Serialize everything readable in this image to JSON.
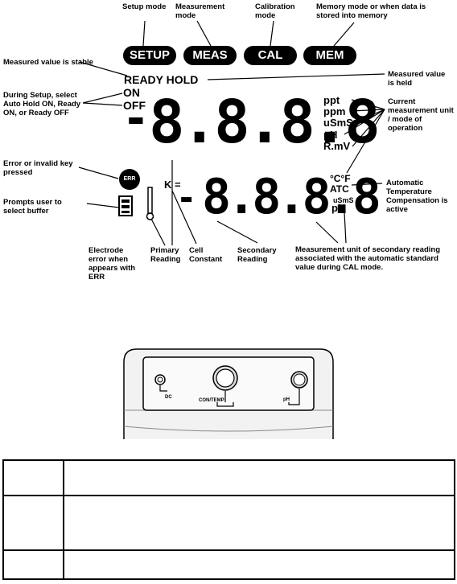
{
  "callouts": {
    "setup": "Setup mode",
    "measurement": "Measurement mode",
    "calibration": "Calibration mode",
    "memory": "Memory mode or when data is stored into memory",
    "stable": "Measured value is stable",
    "held": "Measured value is held",
    "setup_select": "During Setup, select Auto Hold ON, Ready ON, or Ready OFF",
    "current_unit": "Current measurement unit / mode of operation",
    "error": "Error or invalid key pressed",
    "buffer": "Prompts user to select buffer",
    "atc": "Automatic Temperature Compensation is active",
    "electrode": "Electrode error when appears with ERR",
    "primary": "Primary Reading",
    "cell": "Cell Constant",
    "secondary": "Secondary Reading",
    "secondary_unit": "Measurement unit of secondary reading associated with the automatic standard value during CAL mode."
  },
  "display": {
    "modes": [
      "SETUP",
      "MEAS",
      "CAL",
      "MEM"
    ],
    "ready_hold": "READY HOLD",
    "on": "ON",
    "off": "OFF",
    "minus": "-",
    "primary_digits": "8.8.8.8",
    "secondary_digits": "8.8.8.8",
    "units_primary": [
      "ppt",
      "ppm",
      "uSmS",
      "pH",
      "R.mV"
    ],
    "temp_unit": "°C°F",
    "atc": "ATC",
    "units_secondary": [
      "uSmS",
      "pH"
    ],
    "k_label": "K =",
    "err_icon": "ERR"
  },
  "device": {
    "port_dc": "DC",
    "port_con": "CON/TEMP",
    "port_ph": "pH"
  },
  "table": {
    "rows": [
      [
        "",
        ""
      ],
      [
        "",
        ""
      ],
      [
        "",
        ""
      ]
    ]
  }
}
